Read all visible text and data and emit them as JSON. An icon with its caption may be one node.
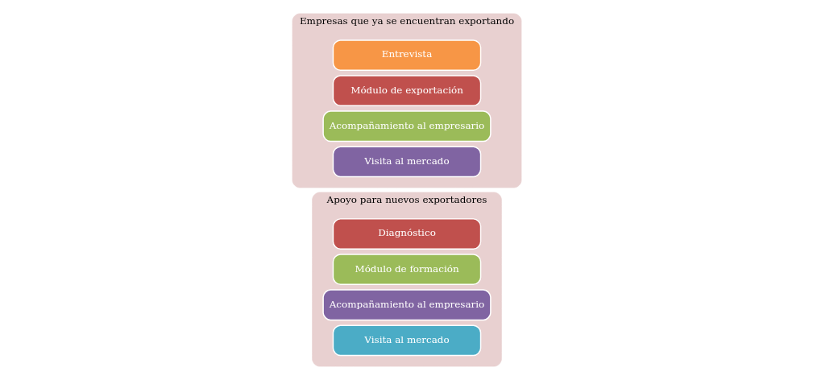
{
  "diagram": {
    "nodes": [
      {
        "text": [
          "Apoyo para nuevos exportadores"
        ]
      },
      {
        "text": [
          "Diagnóstico"
        ],
        "in": 0
      },
      {
        "text": [
          "Módulo de formación"
        ],
        "in": 0
      },
      {
        "text": [
          "Acompañamiento al empresario"
        ],
        "in": 0
      },
      {
        "text": [
          "Visita al mercado"
        ],
        "in": 0
      },
      {
        "text": [
          "Empresas que ya se encuentran exportando"
        ]
      },
      {
        "text": [
          "Entrevista"
        ],
        "in": 5
      },
      {
        "text": [
          "Módulo de exportación"
        ],
        "in": 5
      },
      {
        "text": [
          "Acompañamiento al empresario"
        ],
        "in": 5
      },
      {
        "text": [
          "Visita al mercado"
        ],
        "in": 5
      }
    ]
  }
}
